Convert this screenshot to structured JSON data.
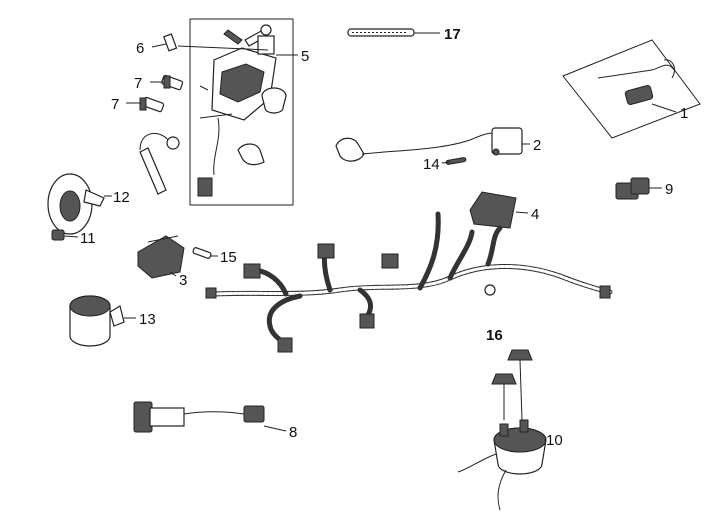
{
  "callouts": {
    "c1": "1",
    "c2": "2",
    "c3": "3",
    "c4": "4",
    "c5": "5",
    "c6": "6",
    "c7a": "7",
    "c7b": "7",
    "c8": "8",
    "c9": "9",
    "c10": "10",
    "c11": "11",
    "c12": "12",
    "c13": "13",
    "c14": "14",
    "c15": "15",
    "c16": "16",
    "c17": "17"
  }
}
